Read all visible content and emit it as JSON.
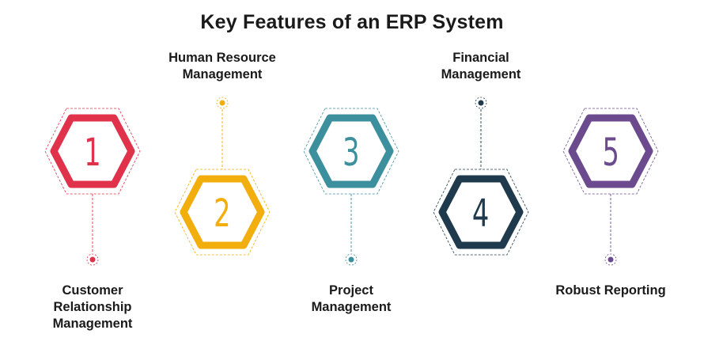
{
  "title": "Key Features of an ERP System",
  "features": [
    {
      "number": "1",
      "label_lines": [
        "Customer",
        "Relationship",
        "Management"
      ],
      "label": "Customer Relationship Management",
      "color": "#e0324a",
      "position": "top",
      "label_side": "bottom"
    },
    {
      "number": "2",
      "label_lines": [
        "Human Resource",
        "Management"
      ],
      "label": "Human Resource Management",
      "color": "#f2ae0c",
      "position": "bottom",
      "label_side": "top"
    },
    {
      "number": "3",
      "label_lines": [
        "Project",
        "Management"
      ],
      "label": "Project Management",
      "color": "#3c8f9c",
      "position": "top",
      "label_side": "bottom"
    },
    {
      "number": "4",
      "label_lines": [
        "Financial",
        "Management"
      ],
      "label": "Financial Management",
      "color": "#1e3a4c",
      "position": "bottom",
      "label_side": "top"
    },
    {
      "number": "5",
      "label_lines": [
        "Robust Reporting"
      ],
      "label": "Robust Reporting",
      "color": "#6b4b8e",
      "position": "top",
      "label_side": "bottom"
    }
  ]
}
